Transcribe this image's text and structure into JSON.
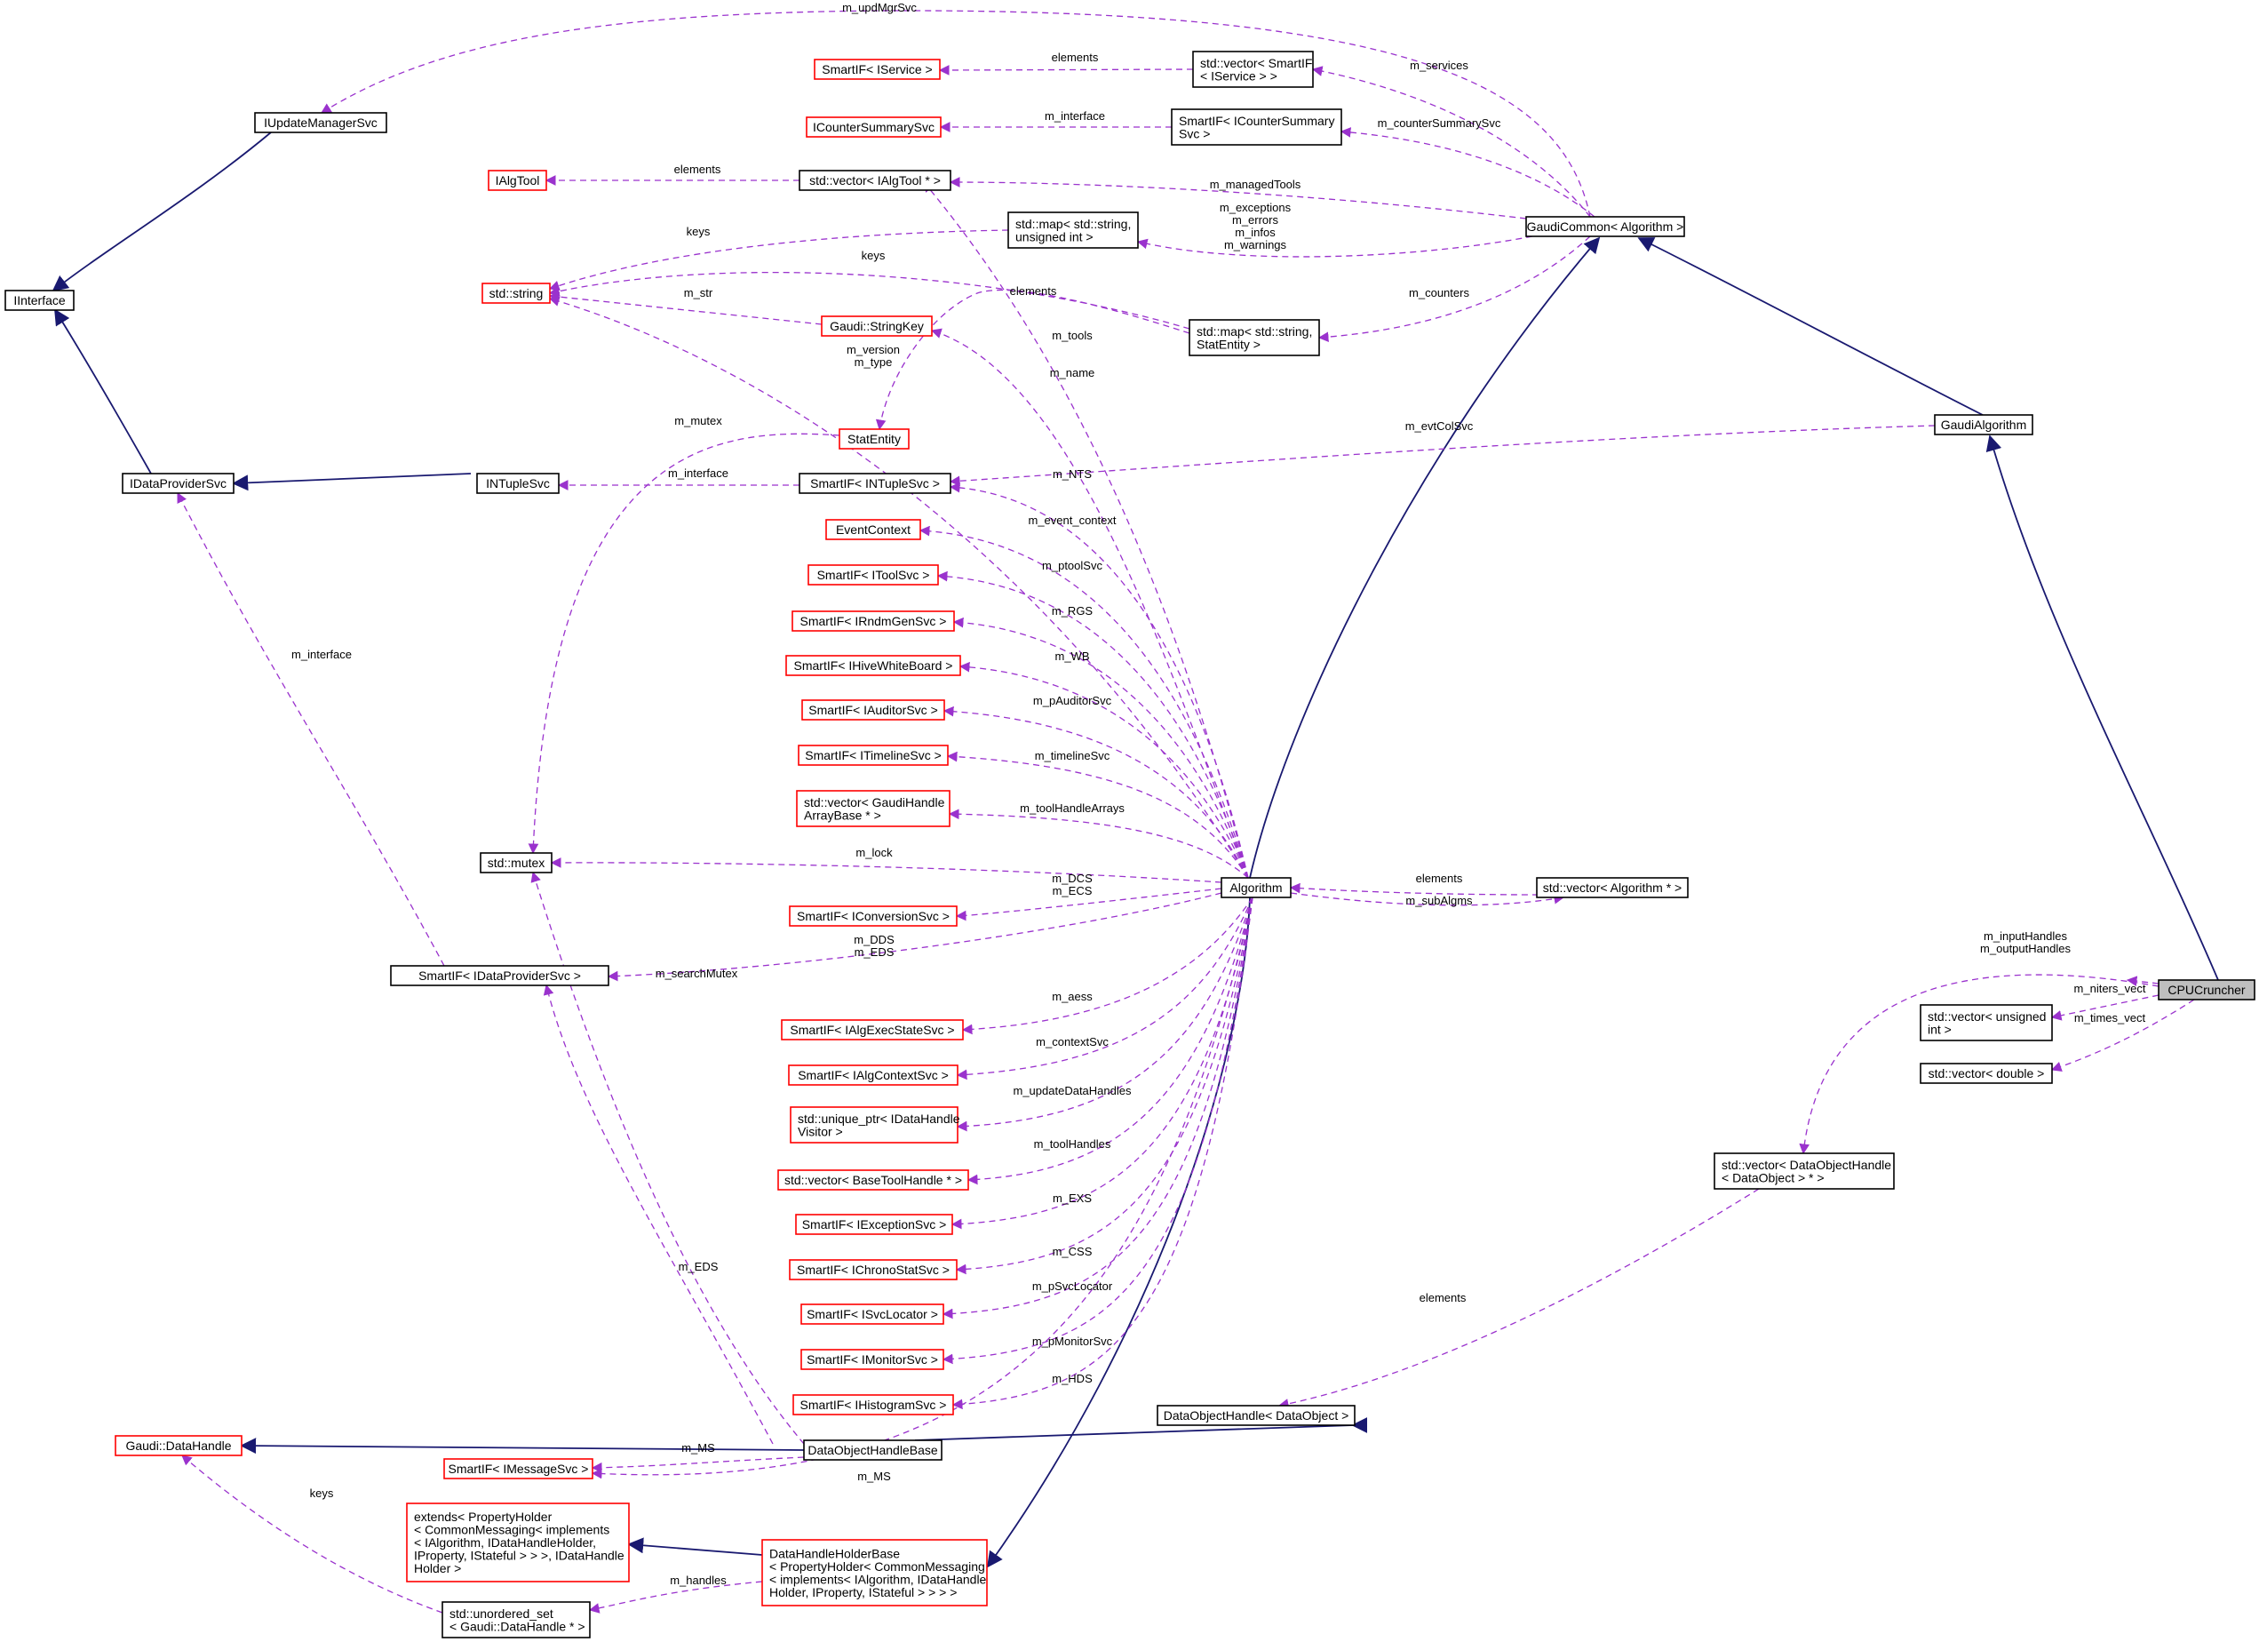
{
  "colors": {
    "usage_edge": "#9a32cd",
    "inherit_edge": "#191970",
    "documented_border": "#000000",
    "undocumented_border": "#ff0000",
    "highlight_fill": "#bfbfbf",
    "node_fill": "#ffffff"
  },
  "nodes": {
    "CPUCruncher": [
      "CPUCruncher"
    ],
    "GaudiAlgorithm": [
      "GaudiAlgorithm"
    ],
    "GaudiCommon": [
      "GaudiCommon< Algorithm >"
    ],
    "Algorithm": [
      "Algorithm"
    ],
    "IUpdateManagerSvc": [
      "IUpdateManagerSvc"
    ],
    "IInterface": [
      "IInterface"
    ],
    "IDataProviderSvc": [
      "IDataProviderSvc"
    ],
    "INTupleSvc": [
      "INTupleSvc"
    ],
    "SmartIF_IService": [
      "SmartIF< IService >"
    ],
    "vec_SmartIF_IService": [
      "std::vector< SmartIF",
      "< IService > >"
    ],
    "ICounterSummarySvc": [
      "ICounterSummarySvc"
    ],
    "SmartIF_ICounterSummarySvc": [
      "SmartIF< ICounterSummary",
      "Svc >"
    ],
    "IAlgTool": [
      "IAlgTool"
    ],
    "vec_IAlgTool": [
      "std::vector< IAlgTool * >"
    ],
    "map_string_uint": [
      "std::map< std::string,",
      "unsigned int >"
    ],
    "std_string": [
      "std::string"
    ],
    "Gaudi_StringKey": [
      "Gaudi::StringKey"
    ],
    "map_string_StatEntity": [
      "std::map< std::string,",
      "StatEntity >"
    ],
    "StatEntity": [
      "StatEntity"
    ],
    "SmartIF_INTupleSvc": [
      "SmartIF< INTupleSvc >"
    ],
    "EventContext": [
      "EventContext"
    ],
    "SmartIF_IToolSvc": [
      "SmartIF< IToolSvc >"
    ],
    "SmartIF_IRndmGenSvc": [
      "SmartIF< IRndmGenSvc >"
    ],
    "SmartIF_IHiveWhiteBoard": [
      "SmartIF< IHiveWhiteBoard >"
    ],
    "SmartIF_IAuditorSvc": [
      "SmartIF< IAuditorSvc >"
    ],
    "SmartIF_ITimelineSvc": [
      "SmartIF< ITimelineSvc >"
    ],
    "vec_GaudiHandleArrayBase": [
      "std::vector< GaudiHandle",
      "ArrayBase * >"
    ],
    "std_mutex": [
      "std::mutex"
    ],
    "SmartIF_IConversionSvc": [
      "SmartIF< IConversionSvc >"
    ],
    "SmartIF_IDataProviderSvc": [
      "SmartIF< IDataProviderSvc >"
    ],
    "SmartIF_IAlgExecStateSvc": [
      "SmartIF< IAlgExecStateSvc >"
    ],
    "SmartIF_IAlgContextSvc": [
      "SmartIF< IAlgContextSvc >"
    ],
    "unique_ptr_IDataHandleVisitor": [
      "std::unique_ptr< IDataHandle",
      "Visitor >"
    ],
    "vec_BaseToolHandle": [
      "std::vector< BaseToolHandle * >"
    ],
    "SmartIF_IExceptionSvc": [
      "SmartIF< IExceptionSvc >"
    ],
    "SmartIF_IChronoStatSvc": [
      "SmartIF< IChronoStatSvc >"
    ],
    "SmartIF_ISvcLocator": [
      "SmartIF< ISvcLocator >"
    ],
    "SmartIF_IMonitorSvc": [
      "SmartIF< IMonitorSvc >"
    ],
    "SmartIF_IHistogramSvc": [
      "SmartIF< IHistogramSvc >"
    ],
    "Gaudi_DataHandle": [
      "Gaudi::DataHandle"
    ],
    "DataObjectHandleBase": [
      "DataObjectHandleBase"
    ],
    "DataObjectHandle": [
      "DataObjectHandle< DataObject >"
    ],
    "SmartIF_IMessageSvc": [
      "SmartIF< IMessageSvc >"
    ],
    "extends_PropertyHolder": [
      "extends< PropertyHolder",
      "< CommonMessaging< implements",
      "< IAlgorithm, IDataHandleHolder,",
      "IProperty, IStateful > > >, IDataHandle",
      "Holder >"
    ],
    "DataHandleHolderBase": [
      "DataHandleHolderBase",
      "< PropertyHolder< CommonMessaging",
      "< implements< IAlgorithm, IDataHandle",
      "Holder, IProperty, IStateful > > > >"
    ],
    "unordered_set_DataHandle": [
      "std::unordered_set",
      "< Gaudi::DataHandle * >"
    ],
    "vec_Algorithm": [
      "std::vector< Algorithm * >"
    ],
    "vec_DataObjectHandle": [
      "std::vector< DataObjectHandle",
      "< DataObject > * >"
    ],
    "vec_unsigned_int": [
      "std::vector< unsigned",
      "int >"
    ],
    "vec_double": [
      "std::vector< double >"
    ]
  },
  "edge_labels": {
    "m_updMgrSvc": [
      "m_updMgrSvc"
    ],
    "elements_service": [
      "elements"
    ],
    "m_services": [
      "m_services"
    ],
    "m_interface_counter": [
      "m_interface"
    ],
    "m_counterSummarySvc": [
      "m_counterSummarySvc"
    ],
    "elements_algtool": [
      "elements"
    ],
    "m_managedTools": [
      "m_managedTools"
    ],
    "keys_map1": [
      "keys"
    ],
    "m_exceptions_group": [
      "m_exceptions",
      "m_errors",
      "m_infos",
      "m_warnings"
    ],
    "keys_map2": [
      "keys"
    ],
    "m_str": [
      "m_str"
    ],
    "elements_statentity": [
      "elements"
    ],
    "m_counters": [
      "m_counters"
    ],
    "m_tools": [
      "m_tools"
    ],
    "m_version_type": [
      "m_version",
      "m_type"
    ],
    "m_name": [
      "m_name"
    ],
    "m_mutex": [
      "m_mutex"
    ],
    "m_evtColSvc": [
      "m_evtColSvc"
    ],
    "m_interface_ntuple": [
      "m_interface"
    ],
    "m_NTS": [
      "m_NTS"
    ],
    "m_event_context": [
      "m_event_context"
    ],
    "m_ptoolSvc": [
      "m_ptoolSvc"
    ],
    "m_RGS": [
      "m_RGS"
    ],
    "m_WB": [
      "m_WB"
    ],
    "m_pAuditorSvc": [
      "m_pAuditorSvc"
    ],
    "m_timelineSvc": [
      "m_timelineSvc"
    ],
    "m_toolHandleArrays": [
      "m_toolHandleArrays"
    ],
    "m_interface_dps": [
      "m_interface"
    ],
    "m_lock": [
      "m_lock"
    ],
    "m_DCS_ECS": [
      "m_DCS",
      "m_ECS"
    ],
    "m_DDS_EDS": [
      "m_DDS",
      "m_EDS"
    ],
    "m_searchMutex": [
      "m_searchMutex"
    ],
    "elements_algorithm": [
      "elements"
    ],
    "m_subAlgms": [
      "m_subAlgms"
    ],
    "m_inputHandles": [
      "m_inputHandles",
      "m_outputHandles"
    ],
    "m_niters_vect": [
      "m_niters_vect"
    ],
    "m_times_vect": [
      "m_times_vect"
    ],
    "m_aess": [
      "m_aess"
    ],
    "m_contextSvc": [
      "m_contextSvc"
    ],
    "m_updateDataHandles": [
      "m_updateDataHandles"
    ],
    "m_toolHandles": [
      "m_toolHandles"
    ],
    "m_EXS": [
      "m_EXS"
    ],
    "m_CSS": [
      "m_CSS"
    ],
    "m_pSvcLocator": [
      "m_pSvcLocator"
    ],
    "m_pMonitorSvc": [
      "m_pMonitorSvc"
    ],
    "m_HDS": [
      "m_HDS"
    ],
    "m_EDS": [
      "m_EDS"
    ],
    "elements_doh": [
      "elements"
    ],
    "m_MS_1": [
      "m_MS"
    ],
    "m_MS_2": [
      "m_MS"
    ],
    "keys_datahandle": [
      "keys"
    ],
    "m_handles": [
      "m_handles"
    ]
  }
}
